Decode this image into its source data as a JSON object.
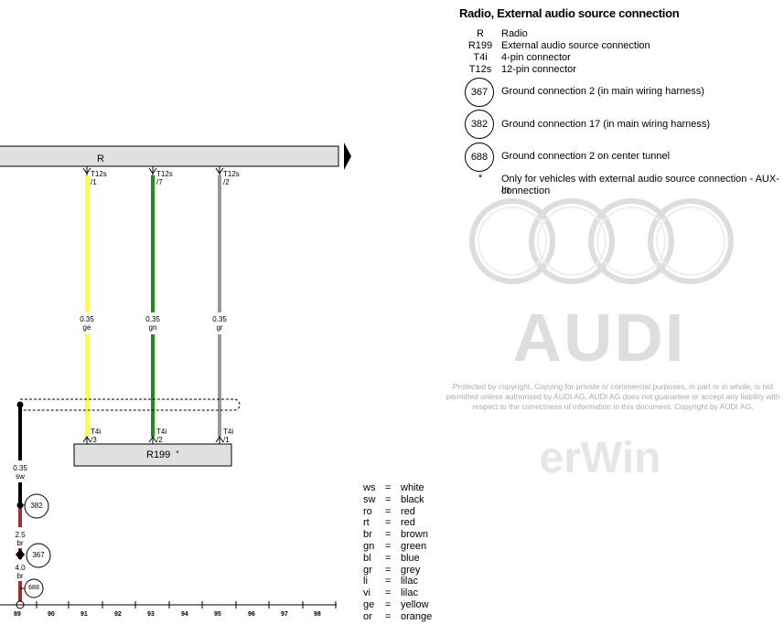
{
  "title": "Radio, External audio source connection",
  "legend": [
    {
      "code": "R",
      "desc": "Radio"
    },
    {
      "code": "R199",
      "desc": "External audio source connection"
    },
    {
      "code": "T4i",
      "desc": "4-pin connector"
    },
    {
      "code": "T12s",
      "desc": "12-pin connector"
    }
  ],
  "grounds": [
    {
      "code": "367",
      "desc": "Ground connection 2 (in main wiring harness)"
    },
    {
      "code": "382",
      "desc": "Ground connection 17 (in main wiring harness)"
    },
    {
      "code": "688",
      "desc": "Ground connection 2 on center tunnel"
    }
  ],
  "footnote": {
    "symbol": "*",
    "line1": "Only for vehicles with external audio source connection - AUX-In",
    "line2": "connection"
  },
  "watermark": {
    "copyright": "Protected by copyright. Copying for private or commercial purposes, in part or in whole, is not permitted unless authorised by AUDI AG. AUDI AG does not guarantee or accept any liability with respect to the correctness of information in this document. Copyright by AUDI AG.",
    "brand": "AUDI",
    "app": "erWin"
  },
  "colors_legend": [
    {
      "abbr": "ws",
      "eq": "=",
      "name": "white"
    },
    {
      "abbr": "sw",
      "eq": "=",
      "name": "black"
    },
    {
      "abbr": "ro",
      "eq": "=",
      "name": "red"
    },
    {
      "abbr": "rt",
      "eq": "=",
      "name": "red"
    },
    {
      "abbr": "br",
      "eq": "=",
      "name": "brown"
    },
    {
      "abbr": "gn",
      "eq": "=",
      "name": "green"
    },
    {
      "abbr": "bl",
      "eq": "=",
      "name": "blue"
    },
    {
      "abbr": "gr",
      "eq": "=",
      "name": "grey"
    },
    {
      "abbr": "li",
      "eq": "=",
      "name": "lilac"
    },
    {
      "abbr": "vi",
      "eq": "=",
      "name": "lilac"
    },
    {
      "abbr": "ge",
      "eq": "=",
      "name": "yellow"
    },
    {
      "abbr": "or",
      "eq": "=",
      "name": "orange"
    }
  ],
  "diagram": {
    "component_r": "R",
    "component_r199": "R199",
    "r199_star": "*",
    "wires": [
      {
        "top_conn": "T12s",
        "top_pin": "/1",
        "size": "0.35",
        "color_code": "ge",
        "color": "#ffff33",
        "bot_conn": "T4i",
        "bot_pin": "/3"
      },
      {
        "top_conn": "T12s",
        "top_pin": "/7",
        "size": "0.35",
        "color_code": "gn",
        "color": "#228B22",
        "bot_conn": "T4i",
        "bot_pin": "/2"
      },
      {
        "top_conn": "T12s",
        "top_pin": "/2",
        "size": "0.35",
        "color_code": "gr",
        "color": "#999999",
        "bot_conn": "T4i",
        "bot_pin": "/1"
      }
    ],
    "ground_wire": [
      {
        "size": "0.35",
        "color_code": "sw"
      },
      {
        "size": "2.5",
        "color_code": "br"
      },
      {
        "size": "4.0",
        "color_code": "br"
      }
    ],
    "ground_refs": [
      "382",
      "367",
      "688"
    ],
    "brown_color": "#a52a2a",
    "track_numbers": [
      "89",
      "90",
      "91",
      "92",
      "93",
      "94",
      "95",
      "96",
      "97",
      "98"
    ]
  }
}
